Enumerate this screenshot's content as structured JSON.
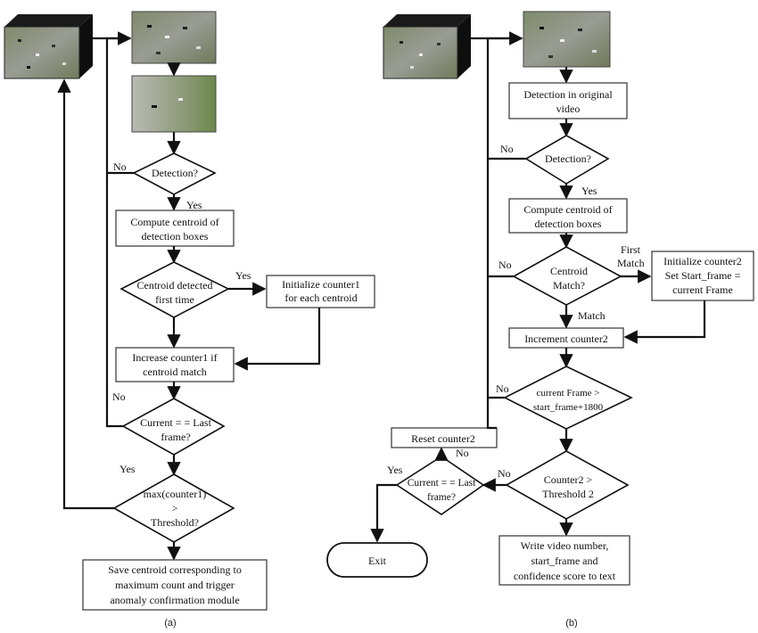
{
  "left": {
    "caption": "(a)",
    "detection": "Detection?",
    "no_detection": "No",
    "yes_detection": "Yes",
    "compute_1": "Compute centroid of",
    "compute_2": "detection boxes",
    "first_1": "Centroid detected",
    "first_2": "first time",
    "yes_first": "Yes",
    "init_1": "Initialize counter1",
    "init_2": "for each centroid",
    "increase_1": "Increase counter1  if",
    "increase_2": "centroid match",
    "no_last": "No",
    "last_1": "Current = = Last",
    "last_2": "frame?",
    "yes_last": "Yes",
    "max_1": "max(counter1)",
    "max_2": ">",
    "max_3": "Threshold?",
    "save_1": "Save centroid corresponding to",
    "save_2": "maximum count and trigger",
    "save_3": "anomaly confirmation module"
  },
  "right": {
    "caption": "(b)",
    "detect_orig_1": "Detection in original",
    "detect_orig_2": "video",
    "no_detection": "No",
    "detection": "Detection?",
    "yes_detection": "Yes",
    "compute_1": "Compute centroid of",
    "compute_2": "detection boxes",
    "no_match": "No",
    "match_1": "Centroid",
    "match_2": "Match?",
    "first_1": "First",
    "first_2": "Match",
    "init_1": "Initialize counter2",
    "init_2": "Set Start_frame =",
    "init_3": "current Frame",
    "match_label": "Match",
    "increment": "Increment counter2",
    "no_frame": "No",
    "frame_1": "current Frame >",
    "frame_2": "start_frame+1800",
    "reset": "Reset counter2",
    "no_last": "No",
    "yes_last": "Yes",
    "last_1": "Current = = Last",
    "last_2": "frame?",
    "no_thr": "No",
    "thr_1": "Counter2 >",
    "thr_2": "Threshold  2",
    "write_1": "Write video number,",
    "write_2": "start_frame and",
    "write_3": "confidence score to text",
    "exit": "Exit"
  }
}
